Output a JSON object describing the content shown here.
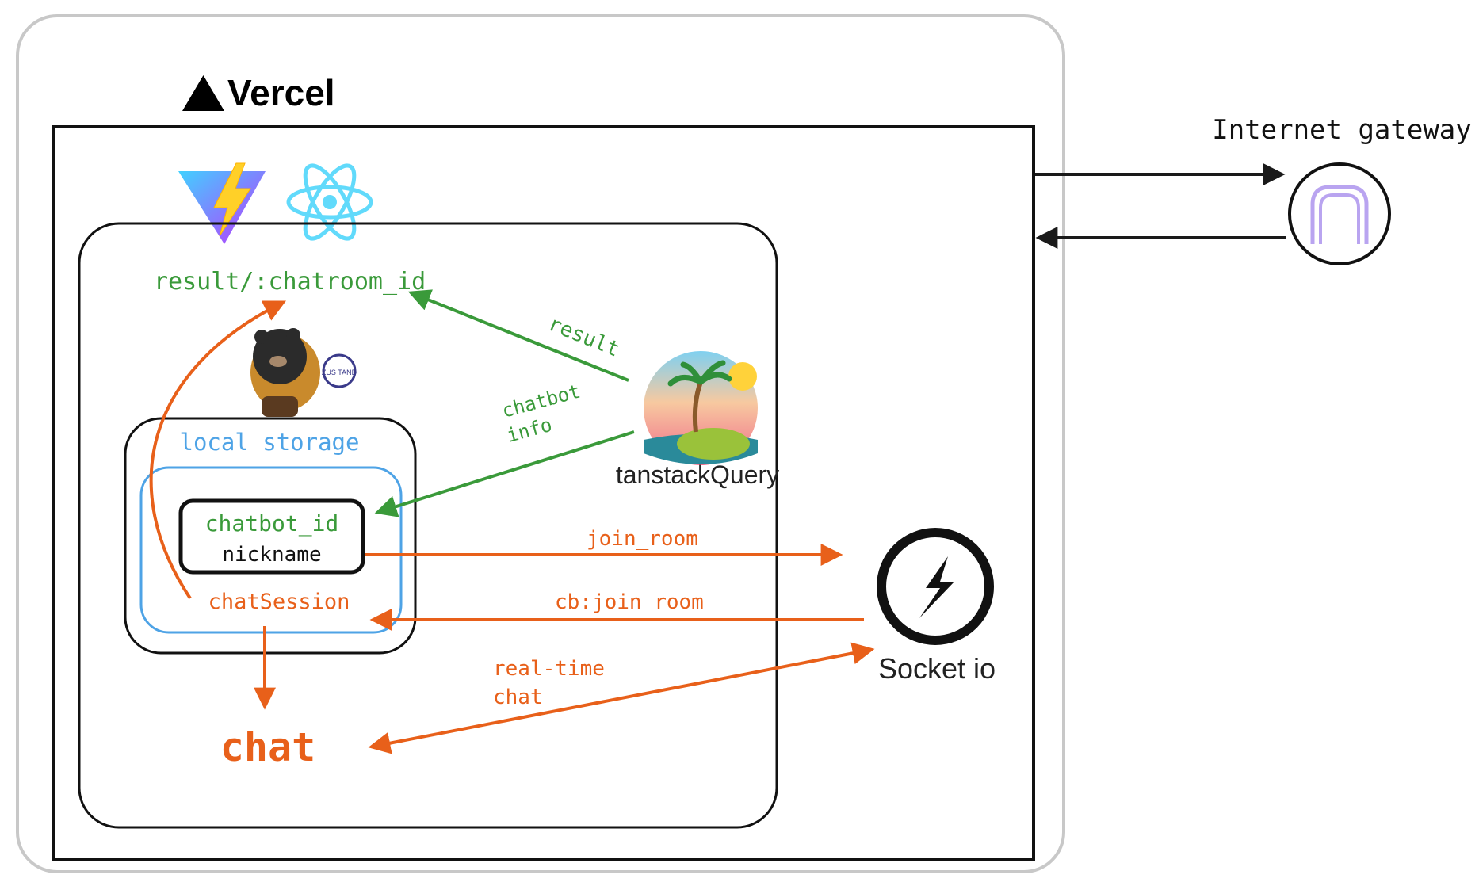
{
  "vercel": {
    "logo_text": "Vercel"
  },
  "internet_gateway": {
    "label": "Internet gateway"
  },
  "zustand": {
    "badge_text": "ZUS TAND"
  },
  "routes": {
    "result": "result/:chatroom_id",
    "chat": "chat"
  },
  "local_storage": {
    "label": "local storage",
    "items": {
      "chatbot_id": "chatbot_id",
      "nickname": "nickname",
      "chat_session": "chatSession"
    }
  },
  "tanstack": {
    "label": "tanstackQuery"
  },
  "socket": {
    "label": "Socket io"
  },
  "edges": {
    "result": "result",
    "chatbot_info_1": "chatbot",
    "chatbot_info_2": "info",
    "join_room": "join_room",
    "cb_join_room": "cb:join_room",
    "realtime_1": "real-time",
    "realtime_2": "chat"
  },
  "colors": {
    "green": "#3a9a3a",
    "orange": "#e8601a",
    "blue": "#4ea3e6",
    "gateway_accent": "#b9a4f0"
  }
}
